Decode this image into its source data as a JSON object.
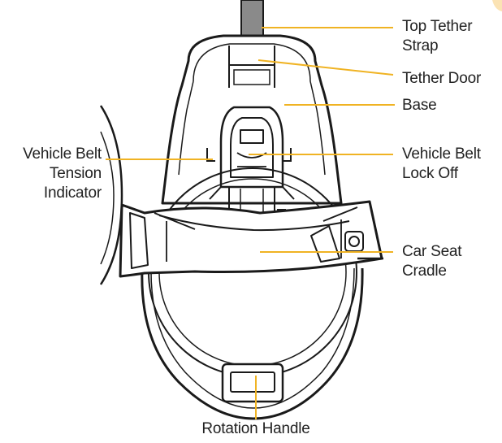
{
  "colors": {
    "outline": "#1a1a1a",
    "leader": "#f0b323",
    "strap": "#8a8a8a",
    "corner_tab": "#fbe3b4"
  },
  "labels": {
    "top_tether_strap": {
      "line1": "Top Tether",
      "line2": "Strap"
    },
    "tether_door": {
      "line1": "Tether Door"
    },
    "base": {
      "line1": "Base"
    },
    "vehicle_belt_lock_off": {
      "line1": "Vehicle Belt",
      "line2": "Lock Off"
    },
    "vehicle_belt_tension_indicator": {
      "line1": "Vehicle Belt",
      "line2": "Tension",
      "line3": "Indicator"
    },
    "car_seat_cradle": {
      "line1": "Car Seat",
      "line2": "Cradle"
    },
    "rotation_handle": {
      "line1": "Rotation Handle"
    }
  }
}
